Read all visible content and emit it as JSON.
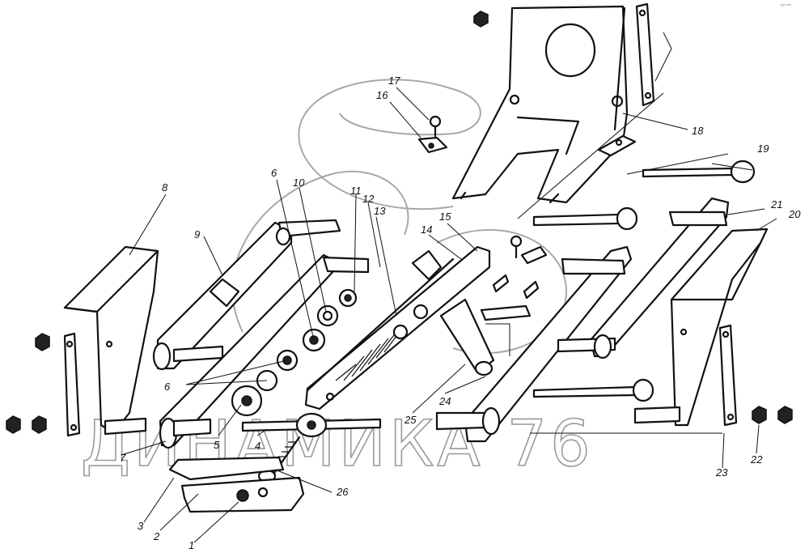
{
  "watermark": {
    "text": "ДИНАМИКА 76"
  },
  "corner_mark": "ηᵐ ᵐᵐ",
  "callouts": [
    {
      "id": "c1",
      "text": "1"
    },
    {
      "id": "c2",
      "text": "2"
    },
    {
      "id": "c3",
      "text": "3"
    },
    {
      "id": "c4",
      "text": "4"
    },
    {
      "id": "c5",
      "text": "5"
    },
    {
      "id": "c6a",
      "text": "6"
    },
    {
      "id": "c6b",
      "text": "6"
    },
    {
      "id": "c7",
      "text": "7"
    },
    {
      "id": "c8",
      "text": "8"
    },
    {
      "id": "c9",
      "text": "9"
    },
    {
      "id": "c10",
      "text": "10"
    },
    {
      "id": "c11",
      "text": "11"
    },
    {
      "id": "c12",
      "text": "12"
    },
    {
      "id": "c13",
      "text": "13"
    },
    {
      "id": "c14",
      "text": "14"
    },
    {
      "id": "c15",
      "text": "15"
    },
    {
      "id": "c16",
      "text": "16"
    },
    {
      "id": "c17",
      "text": "17"
    },
    {
      "id": "c18",
      "text": "18"
    },
    {
      "id": "c19",
      "text": "19"
    },
    {
      "id": "c20",
      "text": "20"
    },
    {
      "id": "c21",
      "text": "21"
    },
    {
      "id": "c22",
      "text": "22"
    },
    {
      "id": "c23",
      "text": "23"
    },
    {
      "id": "c24",
      "text": "24"
    },
    {
      "id": "c25",
      "text": "25"
    },
    {
      "id": "c26",
      "text": "26"
    }
  ]
}
